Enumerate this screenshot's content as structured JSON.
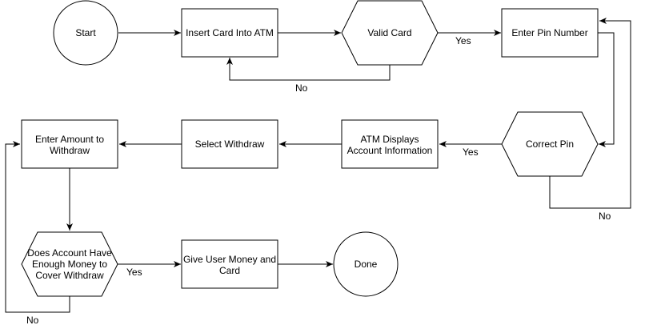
{
  "nodes": {
    "start": "Start",
    "insert_card": "Insert Card Into ATM",
    "valid_card": "Valid Card",
    "enter_pin": "Enter Pin Number",
    "correct_pin": "Correct Pin",
    "atm_displays": [
      "ATM Displays",
      "Account Information"
    ],
    "select_withdraw": "Select Withdraw",
    "enter_amount": [
      "Enter Amount to",
      "Withdraw"
    ],
    "enough_money": [
      "Does Account Have",
      "Enough Money to",
      "Cover Withdraw"
    ],
    "give_money": [
      "Give User Money and",
      "Card"
    ],
    "done": "Done"
  },
  "edges": {
    "valid_yes": "Yes",
    "valid_no": "No",
    "pin_yes": "Yes",
    "pin_no": "No",
    "money_yes": "Yes",
    "money_no": "No"
  },
  "colors": {
    "stroke": "#000000",
    "fill": "#ffffff"
  }
}
